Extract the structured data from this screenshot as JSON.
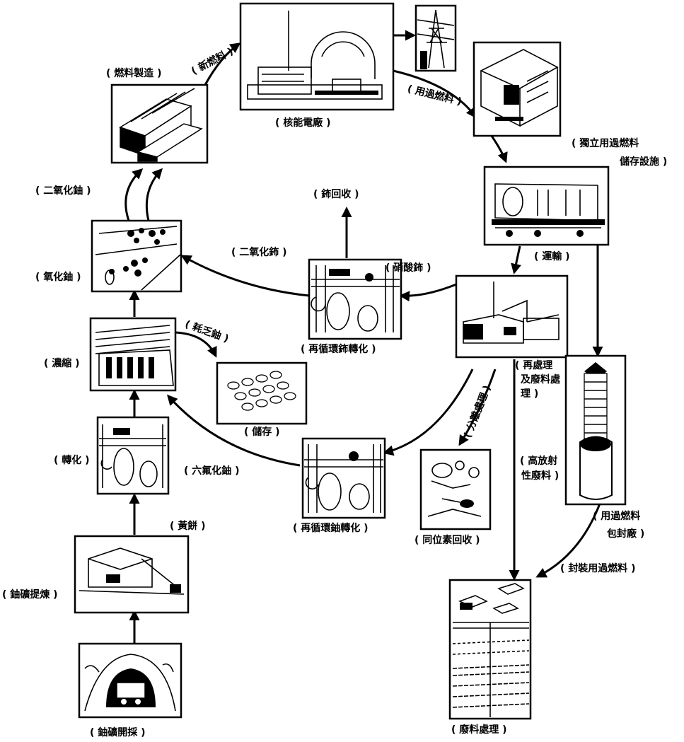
{
  "labels": {
    "fuel_fabrication": "( 燃料製造 )",
    "new_fuel": "( 新燃料 )",
    "nuclear_plant": "( 核能電廠 )",
    "spent_fuel": "( 用過燃料 )",
    "independent_storage_1": "( 獨立用過燃料",
    "independent_storage_2": "儲存設施 )",
    "uranium_dioxide": "( 二氧化鈾 )",
    "plutonium_recovery": "( 鈽回收 )",
    "plutonium_dioxide": "( 二氧化鈽 )",
    "plutonium_nitrate": "( 硝酸鈽 )",
    "transport": "( 運輸 )",
    "uranium_oxide": "( 氧化鈾 )",
    "recycled_pu_conversion": "( 再循環鈽轉化 )",
    "enrichment": "( 濃縮 )",
    "depleted_uranium": "( 耗乏鈾 )",
    "storage": "( 儲存 )",
    "reprocessing_1": "( 再處理",
    "reprocessing_2": "及廢料處",
    "reprocessing_3": "理 )",
    "separation": "( 分離處理 )",
    "conversion": "( 轉化 )",
    "uf6": "( 六氟化鈾 )",
    "high_level_waste_1": "( 高放射",
    "high_level_waste_2": "性廢料 )",
    "yellowcake": "( 黃餅 )",
    "recycled_u_conversion": "( 再循環鈾轉化 )",
    "isotope_recovery": "( 同位素回收 )",
    "encapsulation_1": "( 用過燃料",
    "encapsulation_2": "包封廠 )",
    "ore_refining": "( 鈾礦提煉 )",
    "packaged_spent_fuel": "( 封裝用過燃料 )",
    "mining": "( 鈾礦開採 )",
    "waste_disposal": "( 廢料處理 )"
  }
}
